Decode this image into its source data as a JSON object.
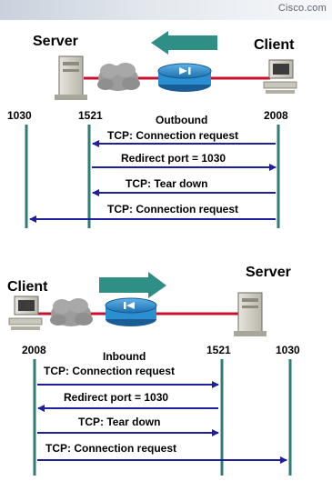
{
  "brand": "Cisco.com",
  "top": {
    "left_host": "Server",
    "right_host": "Client",
    "direction": "Outbound",
    "ports": [
      "1030",
      "1521",
      "2008"
    ],
    "messages": [
      "TCP: Connection request",
      "Redirect port = 1030",
      "TCP: Tear down",
      "TCP: Connection request"
    ]
  },
  "bottom": {
    "left_host": "Client",
    "right_host": "Server",
    "direction": "Inbound",
    "ports": [
      "2008",
      "1521",
      "1030"
    ],
    "messages": [
      "TCP: Connection request",
      "Redirect port = 1030",
      "TCP: Tear down",
      "TCP: Connection request"
    ]
  },
  "colors": {
    "timeline": "#2f7d77",
    "arrow": "#1f1f9c",
    "link": "#c8102e",
    "big_arrow": "#2f8f86",
    "router": "#2a8fd0"
  }
}
